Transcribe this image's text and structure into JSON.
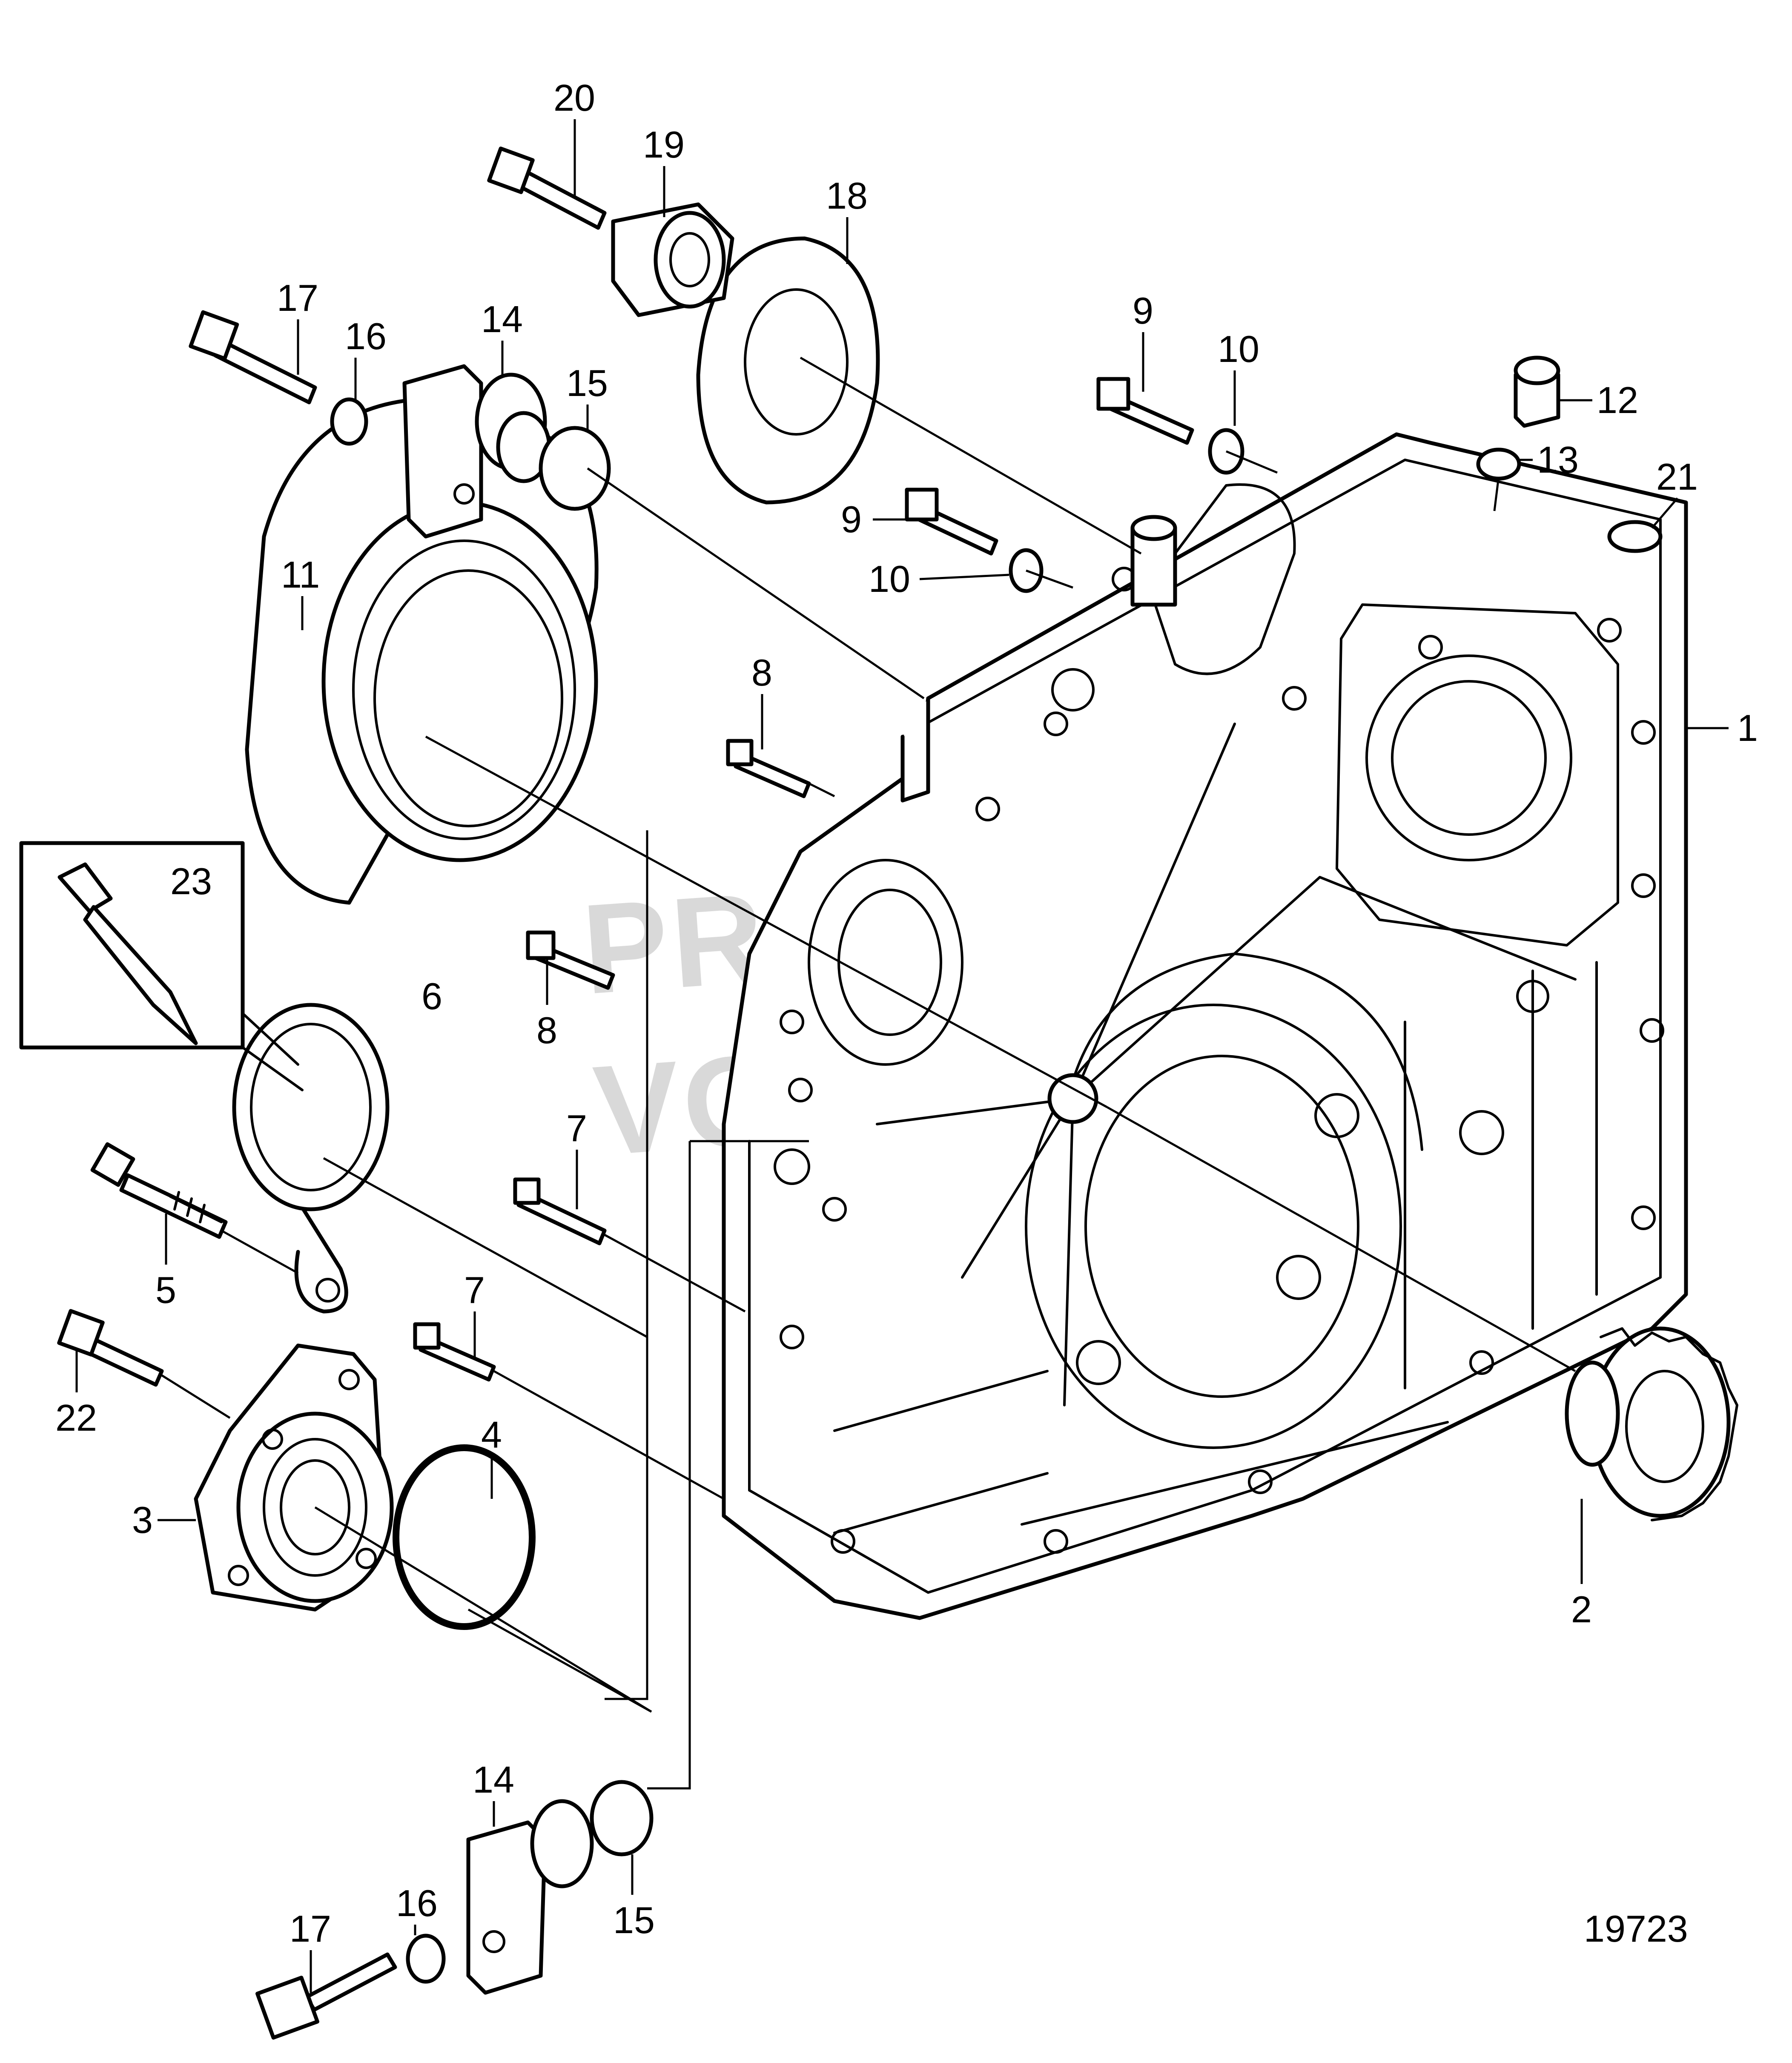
{
  "diagram": {
    "figure_number": "19723",
    "watermark": {
      "line1": "PROPERTY OF",
      "line2": "VOLVO PENTA"
    },
    "callouts": [
      "1",
      "2",
      "3",
      "4",
      "5",
      "6",
      "7",
      "7",
      "8",
      "8",
      "9",
      "9",
      "10",
      "10",
      "11",
      "12",
      "13",
      "14",
      "14",
      "15",
      "15",
      "16",
      "16",
      "17",
      "17",
      "18",
      "19",
      "20",
      "21",
      "22",
      "23"
    ]
  }
}
